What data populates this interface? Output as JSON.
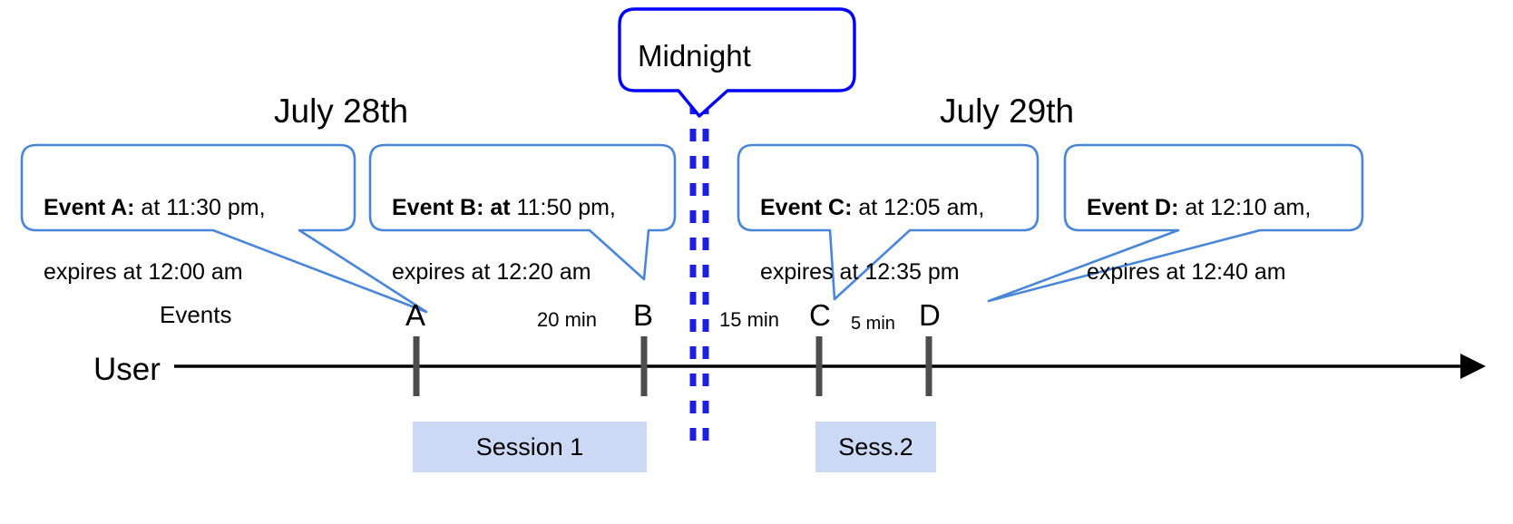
{
  "diagram": {
    "title_hidden": "Event expiry across midnight timeline",
    "colors": {
      "callout_border": "#4a86d8",
      "midnight_border": "#0000ff",
      "midnight_dash": "#1f1fe0",
      "session_fill": "#ccd9f5",
      "axis": "#000000",
      "tick": "#4d4d4d",
      "text": "#000000"
    },
    "dates": [
      {
        "label": "July 28th"
      },
      {
        "label": "July 29th"
      }
    ],
    "midnight": {
      "label": "Midnight"
    },
    "callouts": [
      {
        "id": "event-a",
        "bold": "Event A:",
        "rest": " at 11:30 pm,",
        "line2": "expires at 12:00 am"
      },
      {
        "id": "event-b",
        "bold": "Event B: at",
        "rest": " 11:50 pm,",
        "line2": "expires at 12:20 am"
      },
      {
        "id": "event-c",
        "bold": "Event C:",
        "rest": " at 12:05 am,",
        "line2": "expires at 12:35 pm"
      },
      {
        "id": "event-d",
        "bold": "Event D:",
        "rest": "  at 12:10 am,",
        "line2": "expires at 12:40 am"
      }
    ],
    "rows": {
      "events_label": "Events",
      "user_label": "User"
    },
    "events": [
      {
        "letter": "A"
      },
      {
        "letter": "B"
      },
      {
        "letter": "C"
      },
      {
        "letter": "D"
      }
    ],
    "gaps": [
      {
        "label": "20 min"
      },
      {
        "label": "15 min"
      },
      {
        "label": "5 min"
      }
    ],
    "sessions": [
      {
        "label": "Session 1"
      },
      {
        "label": "Sess.2"
      }
    ]
  }
}
